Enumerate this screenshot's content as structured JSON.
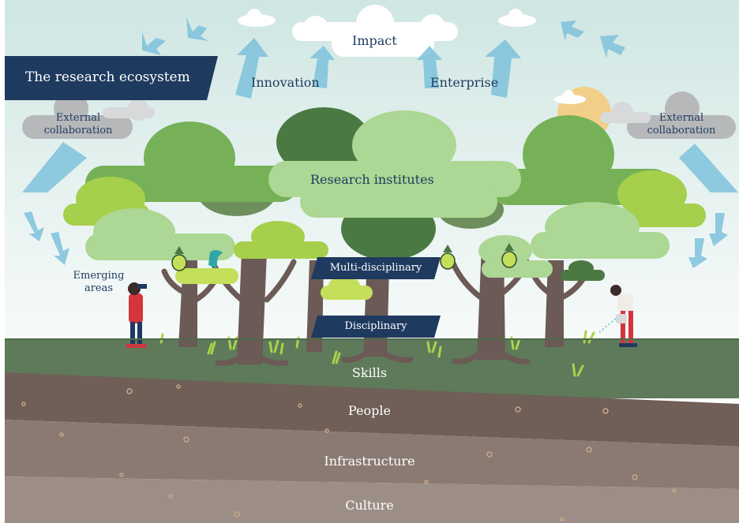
{
  "title": "The research ecosystem",
  "top": {
    "impact": "Impact",
    "innovation": "Innovation",
    "enterprise": "Enterprise"
  },
  "clouds": {
    "left": "External collaboration",
    "right": "External collaboration"
  },
  "trees": {
    "canopy_label": "Research institutes",
    "multi_label": "Multi-disciplinary",
    "disc_label": "Disciplinary"
  },
  "side": {
    "emerging": "Emerging areas"
  },
  "layers": [
    "Skills",
    "People",
    "Infrastructure",
    "Culture"
  ],
  "colors": {
    "navy": "#1e3a5f",
    "sky_top": "#d8ece8",
    "grass": "#5e7a5a",
    "layer_people": "#6f5f56",
    "layer_infra": "#8a7a72",
    "layer_culture": "#9c8e86",
    "arrow": "#7ec2dc",
    "tree_light": "#9dcf84",
    "tree_mid": "#76b158",
    "tree_dark": "#4a7a42",
    "trunk": "#6b5a55"
  }
}
